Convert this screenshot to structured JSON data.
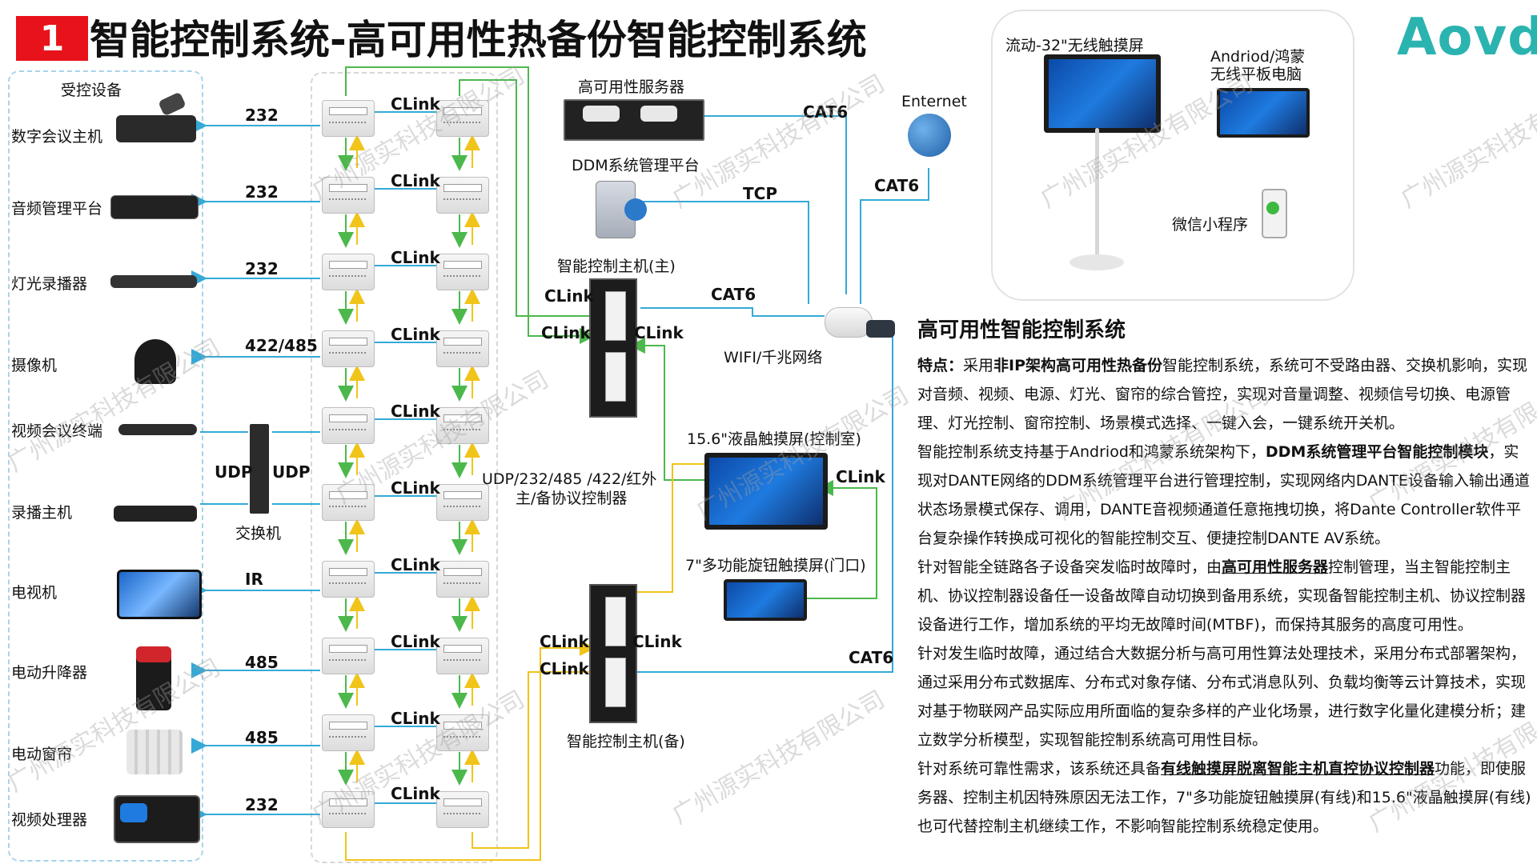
{
  "header": {
    "number": "1",
    "title": "智能控制系统-高可用性热备份智能控制系统",
    "brand": "Aovd"
  },
  "watermark": "广州源实科技有限公司",
  "left_panel": {
    "title": "受控设备",
    "devices": [
      {
        "label": "数字会议主机",
        "protocol": "232"
      },
      {
        "label": "音频管理平台",
        "protocol": "232"
      },
      {
        "label": "灯光录播器",
        "protocol": "232"
      },
      {
        "label": "摄像机",
        "protocol": "422/485"
      },
      {
        "label": "视频会议终端",
        "protocol": ""
      },
      {
        "label": "录播主机",
        "protocol": ""
      },
      {
        "label": "电视机",
        "protocol": "IR"
      },
      {
        "label": "电动升降器",
        "protocol": "485"
      },
      {
        "label": "电动窗帘",
        "protocol": "485"
      },
      {
        "label": "视频处理器",
        "protocol": "232"
      }
    ]
  },
  "clink_label": "CLink",
  "switch": {
    "label": "交换机",
    "udp_left": "UDP",
    "udp_right": "UDP"
  },
  "protocol_controller": {
    "line1": "UDP/232/485 /422/红外",
    "line2": "主/备协议控制器"
  },
  "server": {
    "label": "高可用性服务器",
    "cat6": "CAT6"
  },
  "ddm": {
    "label": "DDM系统管理平台",
    "tcp": "TCP"
  },
  "main_host": {
    "label": "智能控制主机(主)",
    "clink_left": "CLink",
    "clink_right": "CLink",
    "clink_top": "CLink",
    "cat6": "CAT6"
  },
  "backup_host": {
    "label": "智能控制主机(备)",
    "clink_left1": "CLink",
    "clink_left2": "CLink",
    "clink_right": "CLink",
    "cat6": "CAT6"
  },
  "network": {
    "enternet": "Enternet",
    "cat6": "CAT6",
    "wifi": "WIFI/千兆网络"
  },
  "touch156": {
    "label": "15.6\"液晶触摸屏(控制室)",
    "clink": "CLink"
  },
  "touch7": {
    "label": "7\"多功能旋钮触摸屏(门口)"
  },
  "mobile_panel": {
    "screen32": "流动-32\"无线触摸屏",
    "tablet": "Andriod/鸿蒙\n无线平板电脑",
    "tablet_line1": "Andriod/鸿蒙",
    "tablet_line2": "无线平板电脑",
    "wechat": "微信小程序"
  },
  "description": {
    "title": "高可用性智能控制系统",
    "p1_lead": "特点：",
    "p1_a": "采用",
    "p1_b": "非IP架构高可用性热备份",
    "p1_c": "智能控制系统，系统可不受路由器、交换机影响，实现对音频、视频、电源、灯光、窗帘的综合管控，实现对音量调整、视频信号切换、电源管理、灯光控制、窗帘控制、场景模式选择、一键入会，一键系统开关机。",
    "p2_a": "智能控制系统支持基于Andriod和鸿蒙系统架构下，",
    "p2_b": "DDM系统管理平台智能控制模块",
    "p2_c": "，实现对DANTE网络的DDM系统管理平台进行管理控制，实现网络内DANTE设备输入输出通道状态场景模式保存、调用，DANTE音视频通道任意拖拽切换，将Dante Controller软件平台复杂操作转换成可视化的智能控制交互、便捷控制DANTE AV系统。",
    "p3_a": "针对智能全链路各子设备突发临时故障时，由",
    "p3_b": "高可用性服务器",
    "p3_c": "控制管理，当主智能控制主机、协议控制器设备任一设备故障自动切换到备用系统，实现备智能控制主机、协议控制器设备进行工作，增加系统的平均无故障时间(MTBF)，而保持其服务的高度可用性。",
    "p4": "针对发生临时故障，通过结合大数据分析与高可用性算法处理技术，采用分布式部署架构，通过采用分布式数据库、分布式对象存储、分布式消息队列、负载均衡等云计算技术，实现对基于物联网产品实际应用所面临的复杂多样的产业化场景，进行数字化量化建模分析；建立数学分析模型，实现智能控制系统高可用性目标。",
    "p5_a": "针对系统可靠性需求，该系统还具备",
    "p5_b": "有线触摸屏脱离智能主机直控协议控制器",
    "p5_c": "功能，即使服务器、控制主机因特殊原因无法工作，7\"多功能旋钮触摸屏(有线)和15.6\"液晶触摸屏(有线)也可代替控制主机继续工作，不影响智能控制系统稳定使用。"
  },
  "colors": {
    "accent_red": "#e8121b",
    "brand_teal": "#2bb3b0",
    "line_blue": "#35a9d6",
    "arrow_green": "#5ec15e",
    "arrow_yellow": "#f0c419"
  }
}
